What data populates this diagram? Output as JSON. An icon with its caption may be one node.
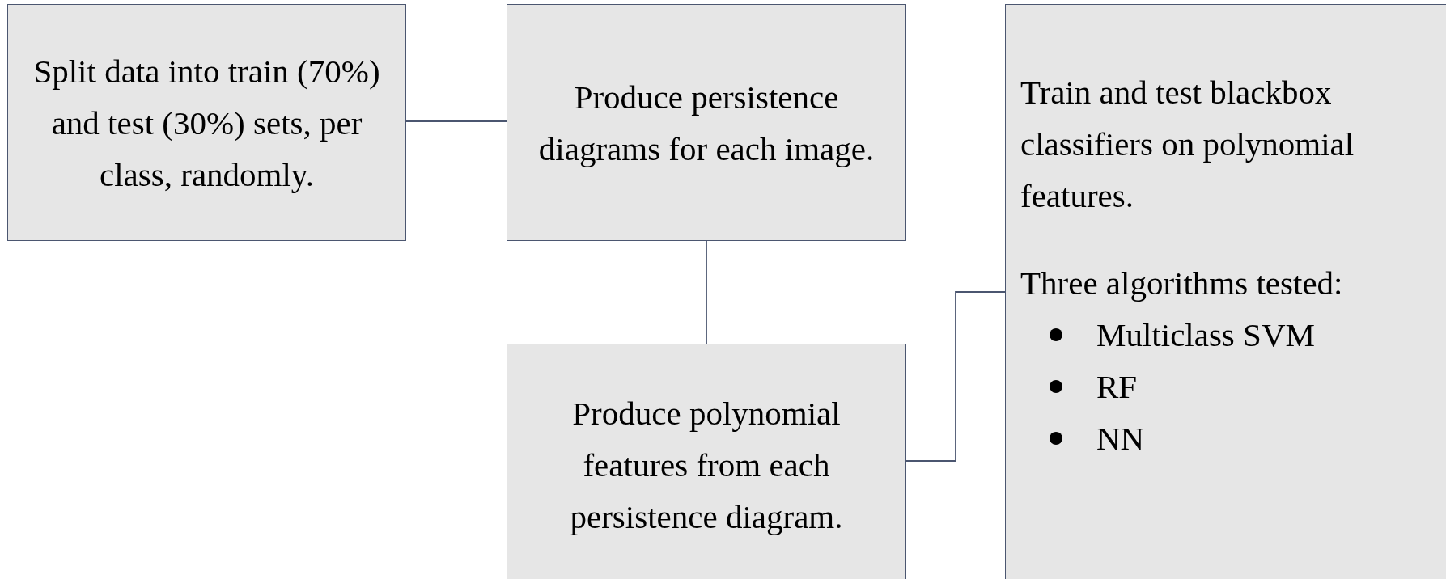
{
  "diagram": {
    "nodes": [
      {
        "text": [
          "Split data into train (70%) and test (30%) sets, per class, randomly."
        ]
      },
      {
        "text": [
          "Produce persistence diagrams for each image."
        ]
      },
      {
        "text": [
          "Produce polynomial features from each persistence diagram."
        ]
      },
      {
        "text": [
          "Train and test blackbox classifiers on polynomial features.",
          "Three algorithms tested:",
          "Multiclass SVM",
          "RF",
          "NN"
        ]
      }
    ],
    "edges": [
      {
        "from": 0,
        "to": 1,
        "arrow": "none"
      },
      {
        "from": 1,
        "to": 2,
        "arrow": "none"
      },
      {
        "from": 2,
        "to": 3,
        "arrow": "none"
      }
    ]
  }
}
